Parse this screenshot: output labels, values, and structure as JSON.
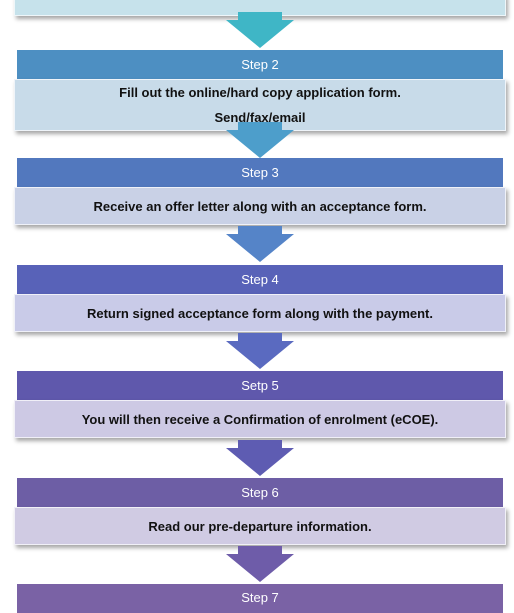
{
  "steps": [
    {
      "title": "",
      "lines": [],
      "header_color": "#4a9fc0",
      "body_color": "#c6e2eb"
    },
    {
      "title": "Step 2",
      "lines": [
        "Fill out the online/hard copy application form.",
        "Send/fax/email"
      ],
      "header_color": "#4d8fc2",
      "body_color": "#c8dbe9"
    },
    {
      "title": "Step 3",
      "lines": [
        "Receive an offer letter along with an acceptance form."
      ],
      "header_color": "#5278be",
      "body_color": "#c9d1e6"
    },
    {
      "title": "Step 4",
      "lines": [
        "Return signed acceptance form along with the payment."
      ],
      "header_color": "#5862b8",
      "body_color": "#c9cbe8"
    },
    {
      "title": "Setp 5",
      "lines": [
        "You will then receive a Confirmation of enrolment (eCOE)."
      ],
      "header_color": "#5f58ac",
      "body_color": "#cdc9e4"
    },
    {
      "title": "Step 6",
      "lines": [
        "Read our pre-departure information."
      ],
      "header_color": "#6d5ea5",
      "body_color": "#d0cbe3"
    },
    {
      "title": "Step 7",
      "lines": [],
      "header_color": "#7a62a5",
      "body_color": "#d4cde4"
    }
  ],
  "arrow_colors": [
    "#3fb6c6",
    "#4d9ecb",
    "#5584c8",
    "#5a6ac0",
    "#5e5cb2",
    "#6e5ca9"
  ]
}
